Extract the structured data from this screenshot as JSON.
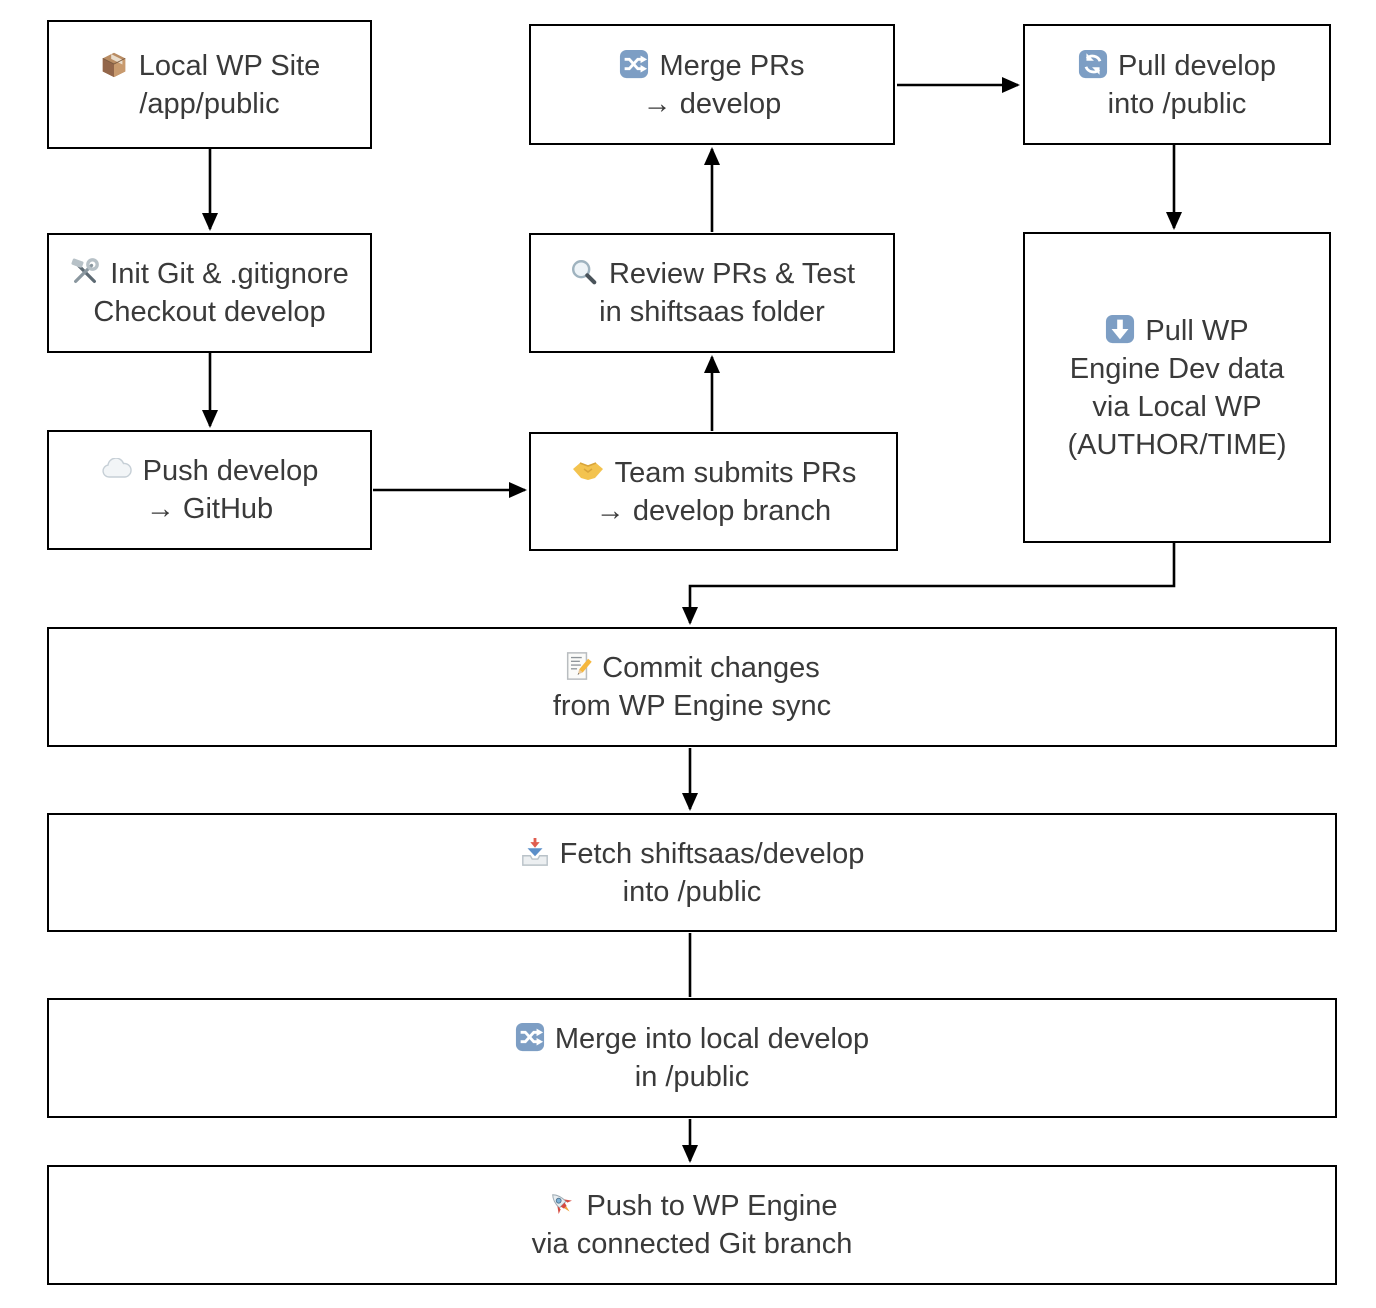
{
  "diagram": {
    "title_hint": "Git + WP Engine deployment workflow flowchart",
    "colors": {
      "box_border": "#000000",
      "box_background": "#ffffff",
      "text": "#3a3a3a",
      "connector": "#000000",
      "emoji_square_blue": "#7d9ec4"
    },
    "nodes": {
      "local_wp": {
        "icon": "package-icon",
        "line1": "Local WP Site",
        "line2": "/app/public"
      },
      "init_git": {
        "icon": "hammer-wrench-icon",
        "line1": "Init Git & .gitignore",
        "line2": "Checkout develop"
      },
      "push_dev": {
        "icon": "cloud-icon",
        "line1": "Push develop",
        "line2": "→ GitHub"
      },
      "merge_prs": {
        "icon": "shuffle-icon",
        "line1": "Merge PRs",
        "line2": "→ develop"
      },
      "review_prs": {
        "icon": "magnifier-icon",
        "line1": "Review PRs & Test",
        "line2": "in shiftsaas folder"
      },
      "team_prs": {
        "icon": "handshake-icon",
        "line1": "Team submits PRs",
        "line2": "→ develop branch"
      },
      "pull_dev": {
        "icon": "cycle-arrows-icon",
        "line1": "Pull develop",
        "line2": "into /public"
      },
      "pull_wp": {
        "icon": "down-arrow-icon",
        "line1": "Pull WP",
        "line2": "Engine Dev data",
        "line3": "via Local WP",
        "line4": "(AUTHOR/TIME)"
      },
      "commit": {
        "icon": "memo-icon",
        "line1": "Commit changes",
        "line2": "from WP Engine sync"
      },
      "fetch": {
        "icon": "inbox-icon",
        "line1": "Fetch shiftsaas/develop",
        "line2": "into /public"
      },
      "merge_local": {
        "icon": "shuffle-icon",
        "line1": "Merge into local develop",
        "line2": "in /public"
      },
      "push_wpe": {
        "icon": "rocket-icon",
        "line1": "Push to WP Engine",
        "line2": "via connected Git branch"
      }
    },
    "edges": [
      {
        "from": "local_wp",
        "to": "init_git",
        "arrowhead": true
      },
      {
        "from": "init_git",
        "to": "push_dev",
        "arrowhead": true
      },
      {
        "from": "push_dev",
        "to": "team_prs",
        "arrowhead": true
      },
      {
        "from": "team_prs",
        "to": "review_prs",
        "arrowhead": true
      },
      {
        "from": "review_prs",
        "to": "merge_prs",
        "arrowhead": true
      },
      {
        "from": "merge_prs",
        "to": "pull_dev",
        "arrowhead": true
      },
      {
        "from": "pull_dev",
        "to": "pull_wp",
        "arrowhead": true
      },
      {
        "from": "pull_wp",
        "to": "commit",
        "arrowhead": true
      },
      {
        "from": "commit",
        "to": "fetch",
        "arrowhead": true
      },
      {
        "from": "fetch",
        "to": "merge_local",
        "arrowhead": false
      },
      {
        "from": "merge_local",
        "to": "push_wpe",
        "arrowhead": true
      }
    ]
  }
}
